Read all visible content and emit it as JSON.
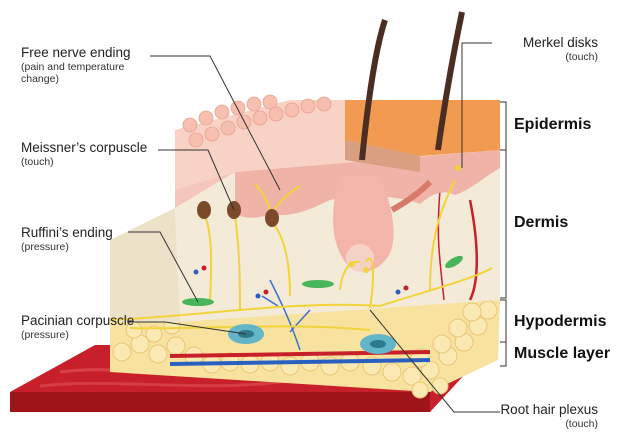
{
  "labels": {
    "free_nerve_ending": {
      "title": "Free nerve ending",
      "sub1": "(pain and temperature",
      "sub2": "change)"
    },
    "meissner": {
      "title": "Meissner’s corpuscle",
      "sub": "(touch)"
    },
    "ruffini": {
      "title": "Ruffini’s ending",
      "sub": "(pressure)"
    },
    "pacinian": {
      "title": "Pacinian corpuscle",
      "sub": "(pressure)"
    },
    "merkel": {
      "title": "Merkel disks",
      "sub": "(touch)"
    },
    "root_hair": {
      "title": "Root hair plexus",
      "sub": "(touch)"
    }
  },
  "layers": {
    "epidermis": "Epidermis",
    "dermis": "Dermis",
    "hypodermis": "Hypodermis",
    "muscle": "Muscle layer"
  },
  "colors": {
    "epidermis": "#f39a52",
    "dermis": "#f3ead8",
    "pink_layer": "#f0b3a8",
    "fat": "#f8e2a0",
    "muscle": "#c8202a",
    "nerve": "#f2d43a",
    "vessel_red": "#c8202a",
    "vessel_blue": "#2a5fc2"
  }
}
